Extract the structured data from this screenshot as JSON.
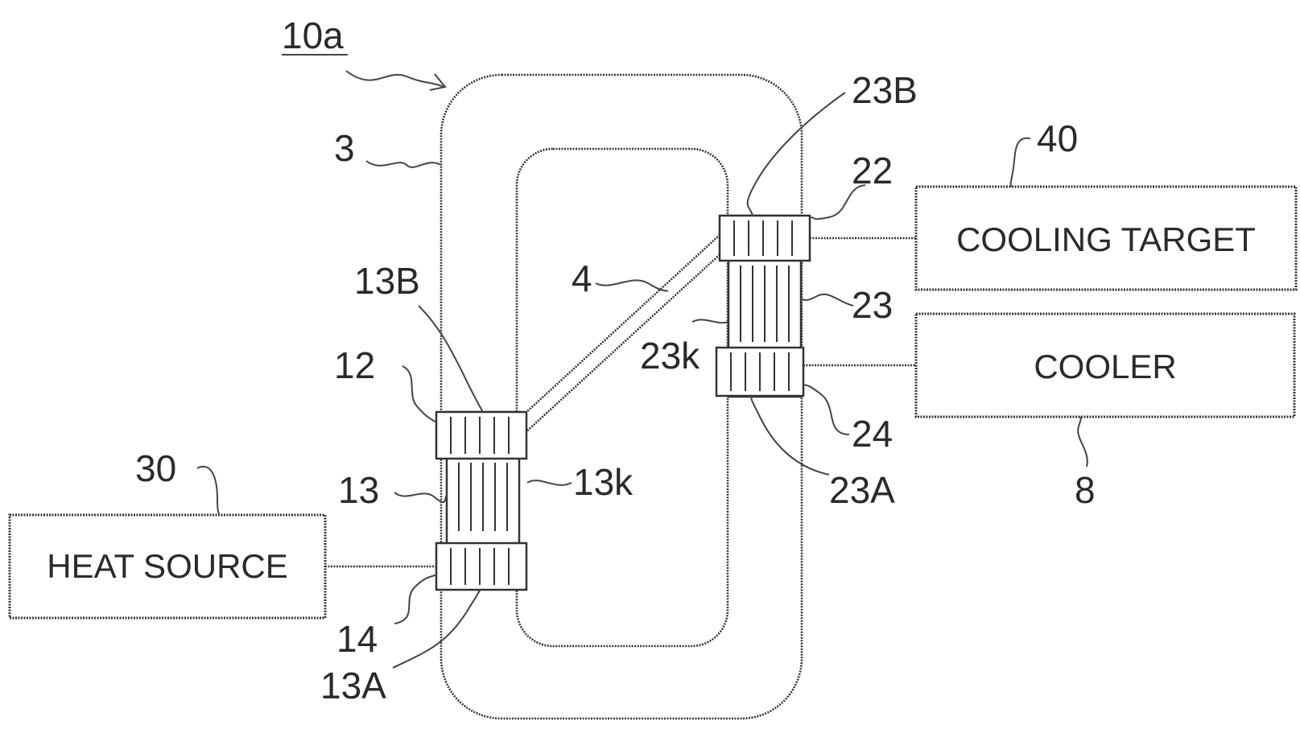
{
  "figure_ref": "10a",
  "blocks": {
    "heat_source": "HEAT SOURCE",
    "cooling_target": "COOLING TARGET",
    "cooler": "COOLER"
  },
  "labels": {
    "loop_outer": "3",
    "pipe": "4",
    "cooler_ref": "8",
    "left_coil_top": "12",
    "left_column": "13",
    "left_column_top": "13B",
    "left_column_bottom": "13A",
    "left_core": "13k",
    "left_coil_bottom": "14",
    "right_coil_top": "22",
    "right_column": "23",
    "right_column_top": "23B",
    "right_column_bottom": "23A",
    "right_core": "23k",
    "right_coil_bottom": "24",
    "heat_source_ref": "30",
    "cooling_target_ref": "40"
  }
}
